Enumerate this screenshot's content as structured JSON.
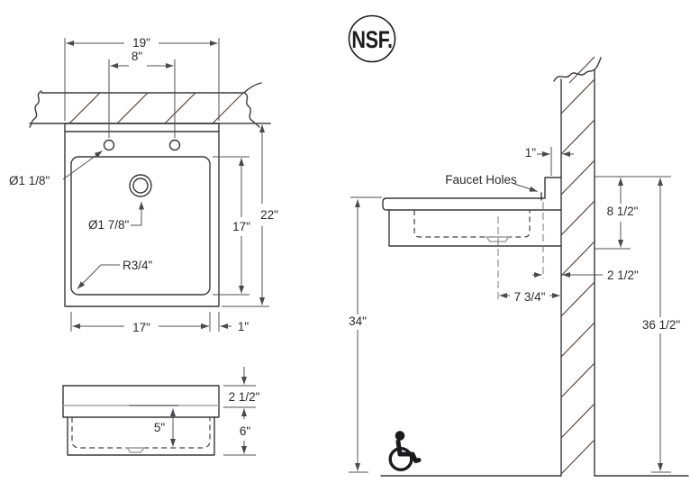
{
  "nsf": {
    "label": "NSF."
  },
  "plan": {
    "overall_width": "19\"",
    "faucet_spacing": "8\"",
    "overall_depth": "22\"",
    "basin_depth": "17\"",
    "basin_width": "17\"",
    "deck_edge": "1\"",
    "faucet_hole_diameter": "Ø1 1/8\"",
    "drain_diameter": "Ø1 7/8\"",
    "corner_radius": "R3/4\""
  },
  "front": {
    "rim_height": "2 1/2\"",
    "bowl_inner_depth": "5\"",
    "bowl_outer_depth": "6\""
  },
  "side": {
    "faucet_holes_label": "Faucet Holes",
    "hole_to_wall": "1\"",
    "splash_height": "8 1/2\"",
    "faucet_center_to_wall": "2 1/2\"",
    "drain_center_to_wall": "7 3/4\"",
    "rim_height_from_floor": "34\"",
    "splash_top_from_floor": "36 1/2\""
  }
}
